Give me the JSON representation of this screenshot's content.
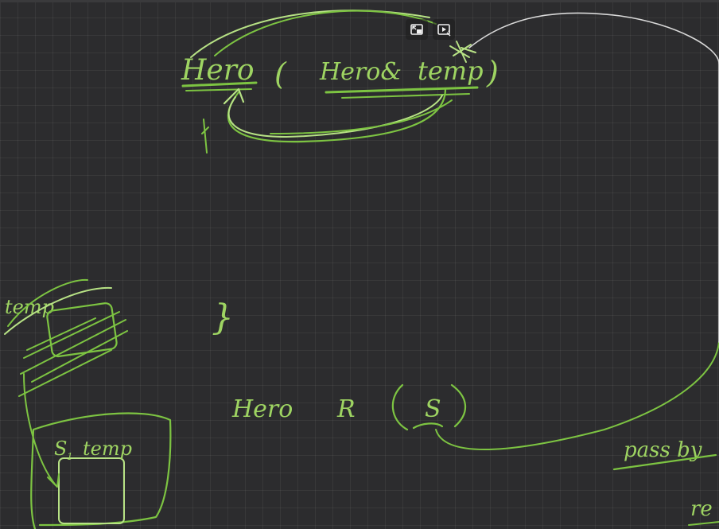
{
  "board": {
    "background_color": "#2c2c2e",
    "ink_color": "#7dc442"
  },
  "top_expression": {
    "text_func": "Hero",
    "text_open_paren": "(",
    "text_param_type": "Hero&",
    "text_param_name": "temp",
    "text_close_paren": ")"
  },
  "middle": {
    "closing_brace": "}"
  },
  "call_expression": {
    "text_type": "Hero",
    "text_var": "R",
    "text_arg": "S"
  },
  "left_note": {
    "temp_label": "temp",
    "box_label_s": "S",
    "box_label_s_sub": "1",
    "box_label_temp": "temp"
  },
  "right_note": {
    "line1": "pass by",
    "line2": "re"
  },
  "player_controls": {
    "pip_icon": "picture-in-picture-icon",
    "autoplay_icon": "autoplay-icon"
  }
}
